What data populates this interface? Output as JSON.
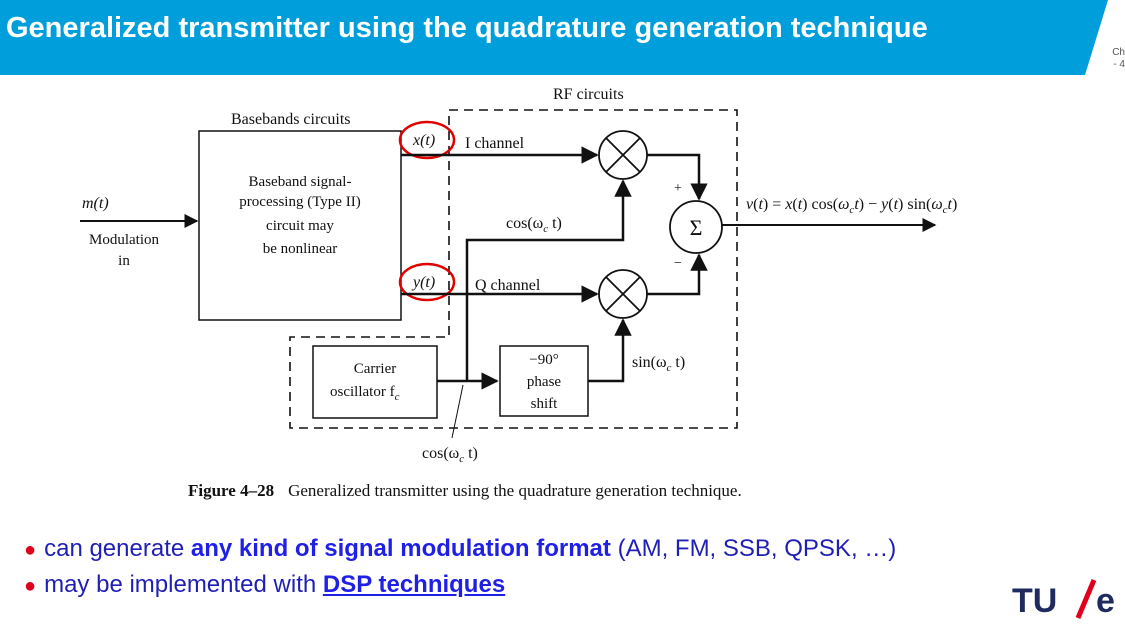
{
  "slide": {
    "title": "Generalized transmitter using the quadrature generation technique",
    "corner_label": "Ch\n- 4"
  },
  "diagram": {
    "rf_label": "RF circuits",
    "baseband_label": "Basebands circuits",
    "dsp_block": [
      "Baseband signal-",
      "processing (Type II)",
      "circuit may",
      "be nonlinear"
    ],
    "input_signal": "m(t)",
    "input_label": [
      "Modulation",
      "in"
    ],
    "x_signal": "x(t)",
    "y_signal": "y(t)",
    "i_channel": "I channel",
    "q_channel": "Q channel",
    "cos_label": "cos(ω",
    "sin_label": "sin(ω",
    "sub_c": "c",
    "t_paren": " t)",
    "output": "v(t) = x(t) cos(ωct) − y(t) sin(ωct)",
    "sum_symbol": "Σ",
    "plus": "+",
    "minus": "−",
    "carrier": [
      "Carrier",
      "oscillator f"
    ],
    "phase_shift": [
      "−90°",
      "phase",
      "shift"
    ],
    "figure_number": "Figure 4–28",
    "figure_caption": "Generalized transmitter using the quadrature generation technique."
  },
  "bullets": [
    {
      "pre": "can generate ",
      "bold": "any kind of signal modulation format",
      "post": " (AM, FM, SSB, QPSK, …)"
    },
    {
      "pre": "may be implemented with ",
      "link": "DSP techniques"
    }
  ],
  "logo": {
    "left": "TU",
    "right": "e"
  },
  "colors": {
    "title_bg": "#009fdb",
    "bullet_text": "#1f1fb4",
    "highlight": "#1f1fe6",
    "bullet_dot": "#e0001b",
    "logo_slash": "#e0001b",
    "logo_text": "#1f2a5e",
    "marker_circle": "#e00000"
  }
}
